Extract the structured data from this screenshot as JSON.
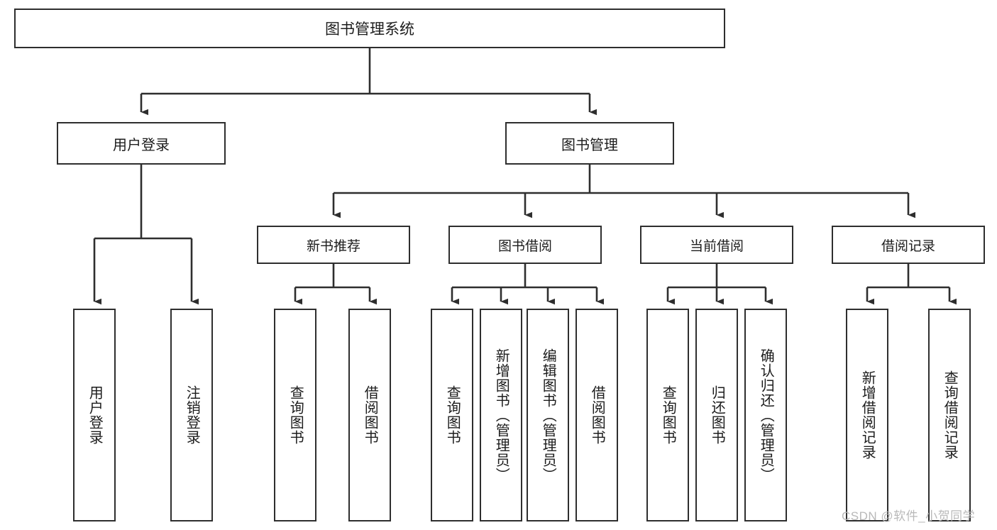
{
  "diagram": {
    "type": "tree",
    "title": "图书管理系统",
    "orientation": "top-down",
    "colors": {
      "box_border": "#2e2e2e",
      "box_fill": "#ffffff",
      "edge": "#2e2e2e",
      "text": "#1c1c1c",
      "watermark": "#b9b9b9"
    },
    "root": {
      "label": "图书管理系统"
    },
    "level2": [
      {
        "label": "用户登录"
      },
      {
        "label": "图书管理"
      }
    ],
    "level3": [
      {
        "label": "新书推荐"
      },
      {
        "label": "图书借阅"
      },
      {
        "label": "当前借阅"
      },
      {
        "label": "借阅记录"
      }
    ],
    "leaves": {
      "user_login": [
        {
          "label": "用户登录"
        },
        {
          "label": "注销登录"
        }
      ],
      "new_book_recommend": [
        {
          "label": "查询图书"
        },
        {
          "label": "借阅图书"
        }
      ],
      "book_borrow": [
        {
          "label": "查询图书"
        },
        {
          "label": "新增图书（管理员）"
        },
        {
          "label": "编辑图书（管理员）"
        },
        {
          "label": "借阅图书"
        }
      ],
      "current_borrow": [
        {
          "label": "查询图书"
        },
        {
          "label": "归还图书"
        },
        {
          "label": "确认归还（管理员）"
        }
      ],
      "borrow_record": [
        {
          "label": "新增借阅记录"
        },
        {
          "label": "查询借阅记录"
        }
      ]
    }
  },
  "watermark": {
    "text": "CSDN @软件_小贺同学"
  }
}
